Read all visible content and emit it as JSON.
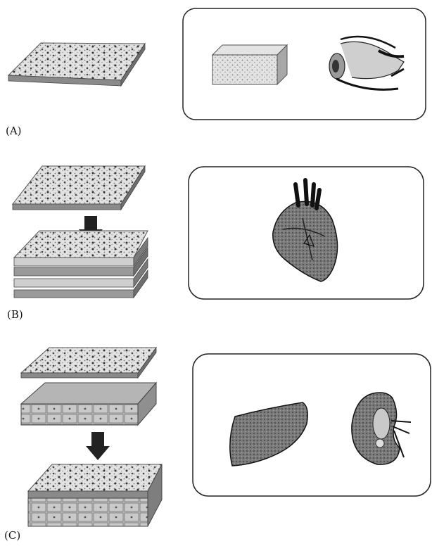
{
  "panels": [
    {
      "label": "(A)",
      "layers": 1,
      "organs": [
        "tissue-block",
        "eye"
      ]
    },
    {
      "label": "(B)",
      "layers": 4,
      "organs": [
        "heart"
      ]
    },
    {
      "label": "(C)",
      "layers": 2,
      "organs": [
        "liver",
        "kidney"
      ]
    }
  ],
  "colors": {
    "sheet_fill": "#dcdcdc",
    "sheet_side": "#7a7a7a",
    "dots": "#333333",
    "organ_dark": "#555555",
    "box_border": "#222222"
  }
}
